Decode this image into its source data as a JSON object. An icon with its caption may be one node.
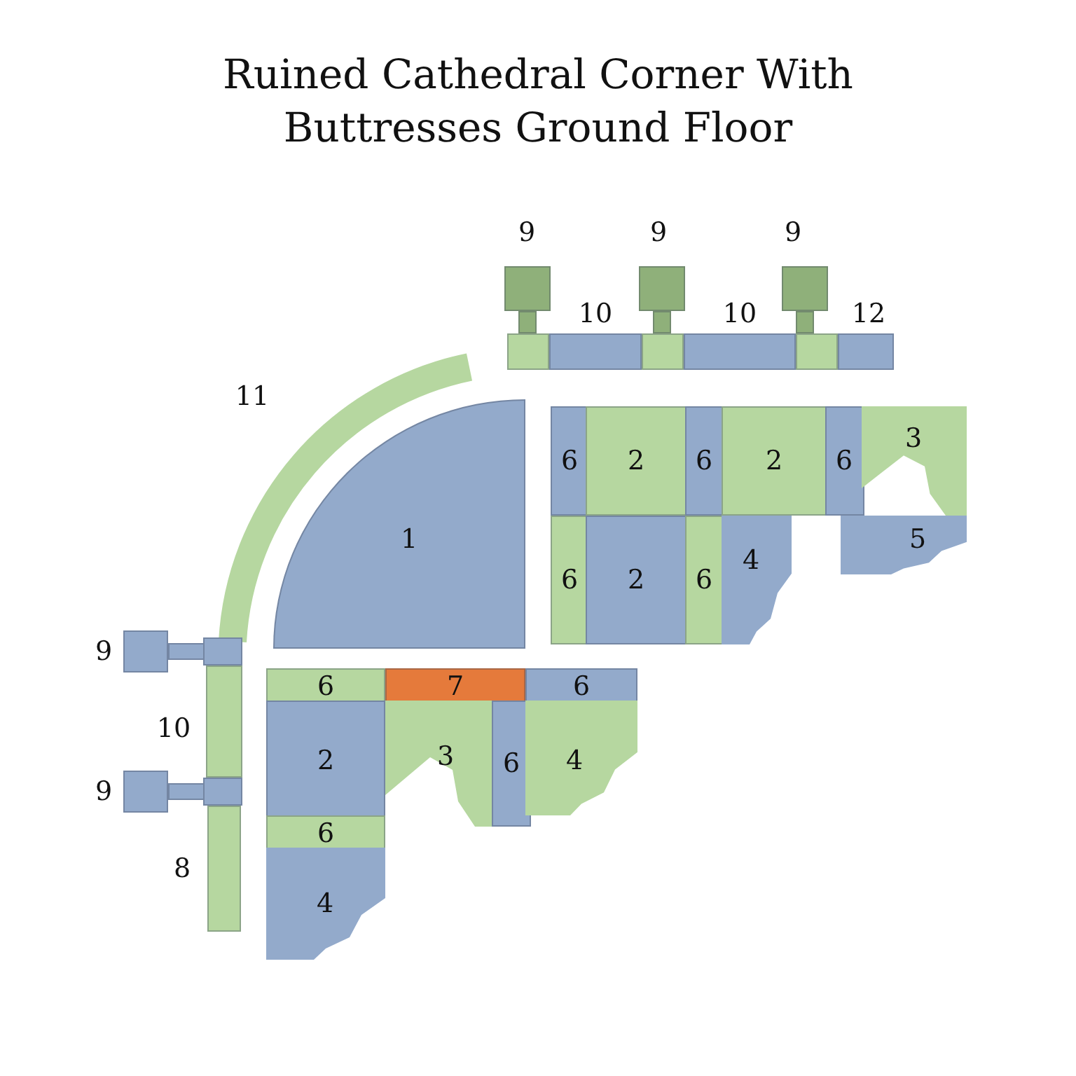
{
  "diagram": {
    "title": "Ruined Cathedral Corner With Buttresses Ground Floor",
    "nodes": [
      {
        "text": [
          "9"
        ]
      },
      {
        "text": [
          "9"
        ]
      },
      {
        "text": [
          "9"
        ]
      },
      {
        "text": [
          "10"
        ]
      },
      {
        "text": [
          "10"
        ]
      },
      {
        "text": [
          "12"
        ]
      },
      {
        "text": [
          "11"
        ]
      },
      {
        "text": [
          "6"
        ]
      },
      {
        "text": [
          "2"
        ]
      },
      {
        "text": [
          "6"
        ]
      },
      {
        "text": [
          "2"
        ]
      },
      {
        "text": [
          "6"
        ]
      },
      {
        "text": [
          "3"
        ]
      },
      {
        "text": [
          "1"
        ]
      },
      {
        "text": [
          "6"
        ]
      },
      {
        "text": [
          "2"
        ]
      },
      {
        "text": [
          "6"
        ]
      },
      {
        "text": [
          "4"
        ]
      },
      {
        "text": [
          "5"
        ]
      },
      {
        "text": [
          "9"
        ]
      },
      {
        "text": [
          "10"
        ]
      },
      {
        "text": [
          "6"
        ]
      },
      {
        "text": [
          "7"
        ]
      },
      {
        "text": [
          "6"
        ]
      },
      {
        "text": [
          "2"
        ]
      },
      {
        "text": [
          "3"
        ]
      },
      {
        "text": [
          "6"
        ]
      },
      {
        "text": [
          "4"
        ]
      },
      {
        "text": [
          "9"
        ]
      },
      {
        "text": [
          "6"
        ]
      },
      {
        "text": [
          "8"
        ]
      },
      {
        "text": [
          "4"
        ]
      }
    ]
  }
}
